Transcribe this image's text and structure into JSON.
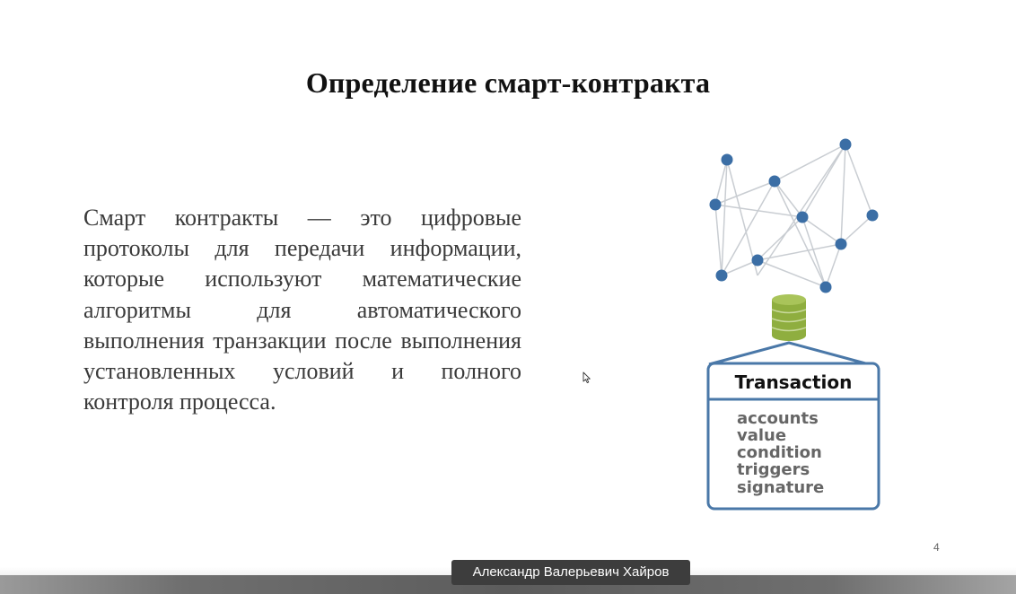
{
  "slide": {
    "title": "Определение смарт-контракта",
    "body": "Смарт контракты — это цифровые протоколы для передачи информации, которые используют математические алгоритмы для автоматического выполнения транзакции после выполнения установленных условий и полного контроля процесса.",
    "page_number": "4"
  },
  "illustration": {
    "transaction_title": "Transaction",
    "fields": [
      "accounts",
      "value",
      "condition",
      "triggers",
      "signature"
    ],
    "colors": {
      "node": "#3b6ea5",
      "edge": "#c9cdd2",
      "box_border": "#4a78a8",
      "database": "#8fae3f"
    }
  },
  "video_overlay": {
    "speaker_name": "Александр Валерьевич Хайров"
  },
  "icons": {
    "cursor": "mouse-pointer-icon",
    "database": "database-icon",
    "network": "network-graph-icon"
  }
}
